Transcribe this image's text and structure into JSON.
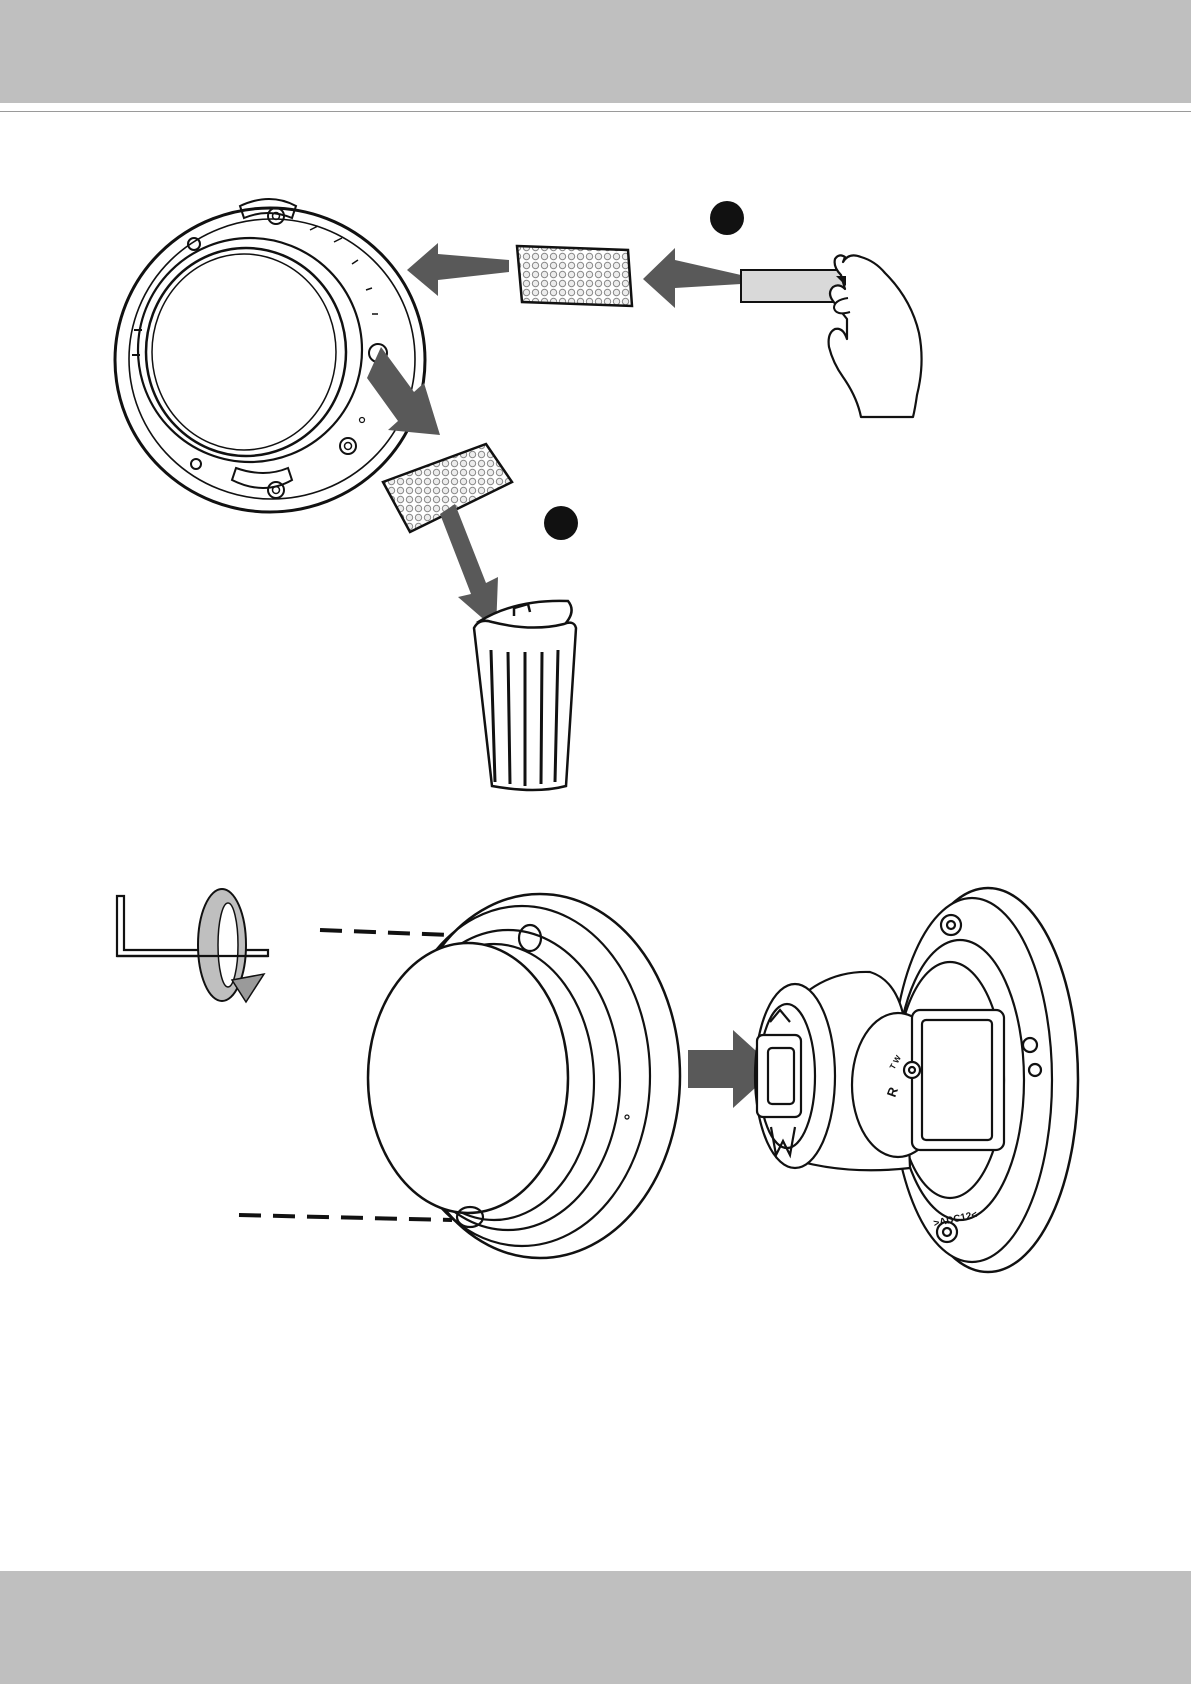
{
  "page": {
    "header_text": "",
    "footer_text": ""
  },
  "figure_top": {
    "step_markers": [
      "",
      ""
    ]
  },
  "figure_bottom": {
    "bracket_text_r": "R",
    "bracket_model_text": ">ADC12<",
    "bracket_scale_text": "T W"
  },
  "colors": {
    "band": "#bfbfbf",
    "arrow": "#595959",
    "line": "#111111",
    "desiccant_fill": "#f4f4f4",
    "tape": "#d9d9d9"
  }
}
